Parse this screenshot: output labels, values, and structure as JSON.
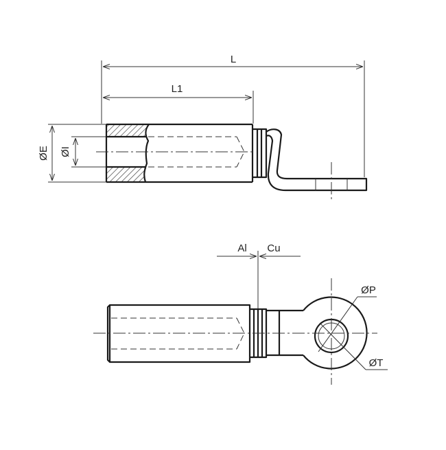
{
  "labels": {
    "L": "L",
    "L1": "L1",
    "E": "ØE",
    "I": "ØI",
    "Al": "Al",
    "Cu": "Cu",
    "P": "ØP",
    "T": "ØT"
  }
}
